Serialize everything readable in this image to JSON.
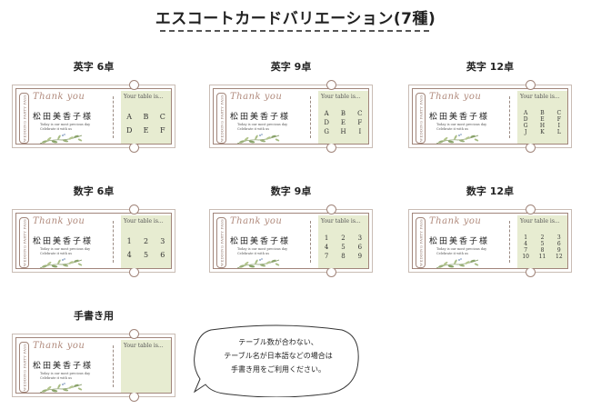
{
  "page": {
    "title": "エスコートカードバリエーション(7種)"
  },
  "card_template": {
    "thanks_text": "Thank you",
    "guest_name": "松田美香子様",
    "side_label": "WEDDING PARTY PASS",
    "message_lines": [
      "Today is our most precious day",
      "Celebrate it with us"
    ],
    "table_header": "Your table is..."
  },
  "variants": [
    {
      "label": "英字 6卓",
      "tables": [
        "A",
        "B",
        "C",
        "D",
        "E",
        "F"
      ]
    },
    {
      "label": "英字 9卓",
      "tables": [
        "A",
        "B",
        "C",
        "D",
        "E",
        "F",
        "G",
        "H",
        "I"
      ]
    },
    {
      "label": "英字 12卓",
      "tables": [
        "A",
        "B",
        "C",
        "D",
        "E",
        "F",
        "G",
        "H",
        "I",
        "J",
        "K",
        "L"
      ]
    },
    {
      "label": "数字 6卓",
      "tables": [
        "1",
        "2",
        "3",
        "4",
        "5",
        "6"
      ]
    },
    {
      "label": "数字 9卓",
      "tables": [
        "1",
        "2",
        "3",
        "4",
        "5",
        "6",
        "7",
        "8",
        "9"
      ]
    },
    {
      "label": "数字 12卓",
      "tables": [
        "1",
        "2",
        "3",
        "4",
        "5",
        "6",
        "7",
        "8",
        "9",
        "10",
        "11",
        "12"
      ]
    },
    {
      "label": "手書き用",
      "tables": []
    }
  ],
  "speech_bubble": {
    "lines": [
      "テーブル数が合わない、",
      "テーブル名が日本語などの場合は",
      "手書き用をご利用ください。"
    ]
  },
  "colors": {
    "panel": "#e7ecd1",
    "frame": "#a1857a",
    "accent_text": "#b08a7c"
  }
}
